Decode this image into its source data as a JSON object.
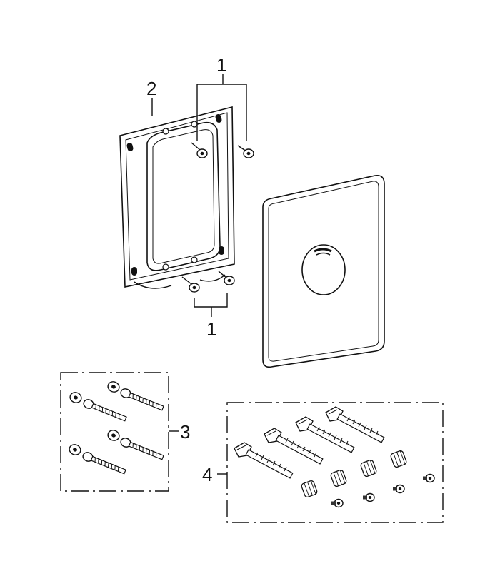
{
  "callouts": {
    "mounting_screws_top": "1",
    "mounting_frame": "2",
    "mounting_screws_bottom": "1",
    "wall_plug_set": "3",
    "extension_set": "4"
  }
}
